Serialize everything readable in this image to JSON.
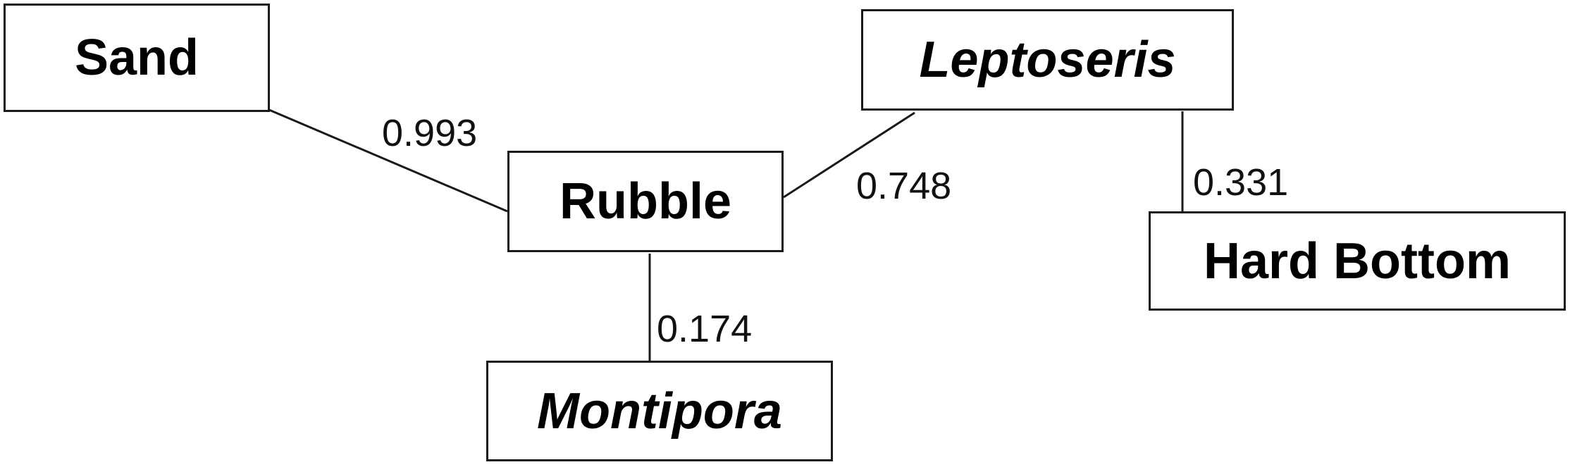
{
  "nodes": {
    "sand": {
      "label": "Sand",
      "italic": false
    },
    "rubble": {
      "label": "Rubble",
      "italic": false
    },
    "leptoseris": {
      "label": "Leptoseris",
      "italic": true
    },
    "hard_bottom": {
      "label": "Hard Bottom",
      "italic": false
    },
    "montipora": {
      "label": "Montipora",
      "italic": true
    }
  },
  "edges": [
    {
      "from": "Sand",
      "to": "Rubble",
      "label": "0.993"
    },
    {
      "from": "Rubble",
      "to": "Leptoseris",
      "label": "0.748"
    },
    {
      "from": "Leptoseris",
      "to": "Hard Bottom",
      "label": "0.331"
    },
    {
      "from": "Rubble",
      "to": "Montipora",
      "label": "0.174"
    }
  ],
  "colors": {
    "line": "#1a1a1a",
    "text": "#000000",
    "background": "#ffffff"
  }
}
